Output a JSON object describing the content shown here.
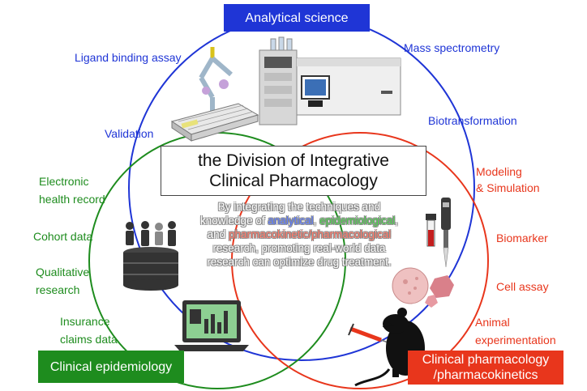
{
  "circles": {
    "analytical": {
      "color": "#1f35d6",
      "heading": "Analytical science"
    },
    "epidemiology": {
      "color": "#1e8c1e",
      "heading": "Clinical epidemiology"
    },
    "pharmacology": {
      "color": "#e8361c",
      "heading_line1": "Clinical pharmacology",
      "heading_line2": "/pharmacokinetics"
    }
  },
  "labels": {
    "ligand_binding_assay": "Ligand binding assay",
    "mass_spectrometry": "Mass spectrometry",
    "validation": "Validation",
    "biotransformation": "Biotransformation",
    "electronic_line1": "Electronic",
    "electronic_line2": "health record",
    "cohort_data": "Cohort data",
    "qualitative_line1": "Qualitative",
    "qualitative_line2": "research",
    "insurance_line1": "Insurance",
    "insurance_line2": "claims data",
    "modeling_line1": "Modeling",
    "modeling_line2": "& Simulation",
    "biomarker": "Biomarker",
    "cell_assay": "Cell assay",
    "animal_line1": "Animal",
    "animal_line2": "experimentation"
  },
  "title": {
    "line1": "the Division of Integrative",
    "line2": "Clinical Pharmacology"
  },
  "description": {
    "l1": "By integrating the techniques and",
    "l2a": "knowledge of ",
    "l2b": "analytical",
    "l2c": ", ",
    "l2d": "epidemiological",
    "l2e": ",",
    "l3a": "and ",
    "l3b": "pharmacokinetic/pharmacological",
    "l4": "research, promoting real-world data",
    "l5": "research can optimize drug treatment."
  },
  "icons": [
    "antibody-icon",
    "lc-ms-instrument-icon",
    "microplate-icon",
    "people-icon",
    "database-icon",
    "laptop-icon",
    "blood-tube-icon",
    "pipette-icon",
    "petri-dish-icon",
    "cell-icon",
    "mouse-icon",
    "syringe-icon"
  ]
}
